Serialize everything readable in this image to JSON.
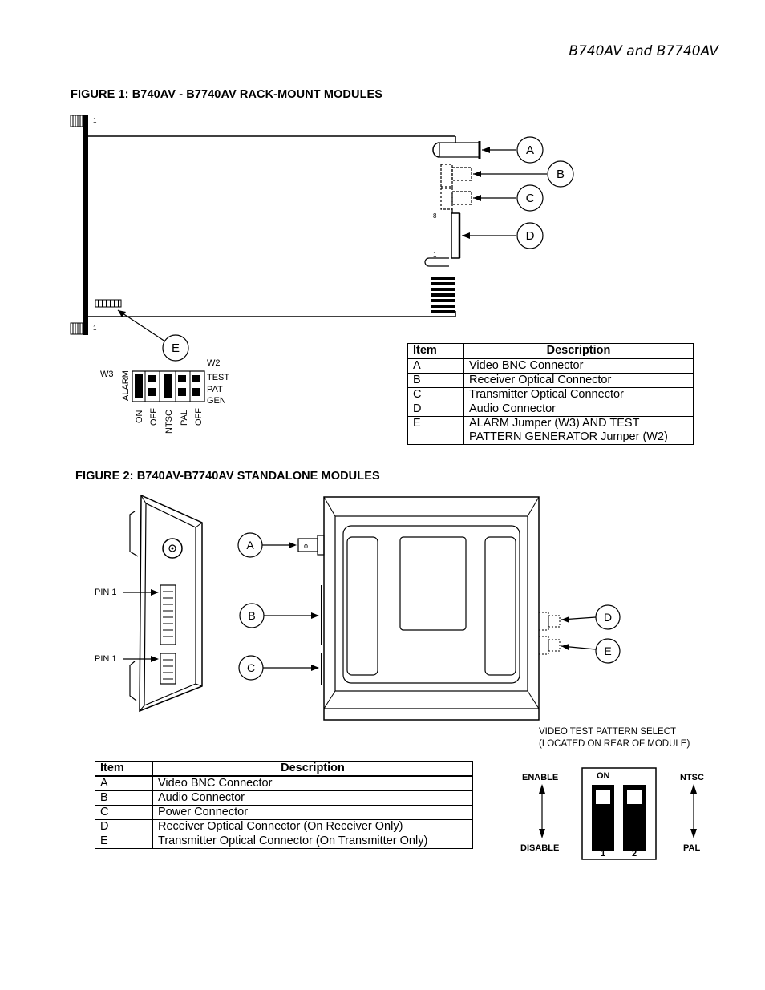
{
  "header": {
    "title": "B740AV and B7740AV"
  },
  "figure1": {
    "title": "FIGURE 1: B740AV - B7740AV RACK-MOUNT MODULES",
    "callouts": [
      "A",
      "B",
      "C",
      "D",
      "E"
    ],
    "pin_labels": {
      "top_left": "1",
      "bottom_left": "1",
      "d_top": "8",
      "d_bottom": "1"
    },
    "jumpers": {
      "w2": "W2",
      "w3": "W3",
      "alarm": "ALARM",
      "test": "TEST",
      "pat": "PAT",
      "gen": "GEN",
      "bottom_labels": [
        "ON",
        "OFF",
        "NTSC",
        "PAL",
        "OFF"
      ]
    },
    "table": {
      "headers": [
        "Item",
        "Description"
      ],
      "rows": [
        {
          "item": "A",
          "desc": "Video BNC Connector"
        },
        {
          "item": "B",
          "desc": "Receiver Optical Connector"
        },
        {
          "item": "C",
          "desc": "Transmitter Optical Connector"
        },
        {
          "item": "D",
          "desc": "Audio Connector"
        },
        {
          "item": "E",
          "desc": "ALARM Jumper (W3) AND TEST",
          "desc2": "PATTERN GENERATOR Jumper (W2)"
        }
      ]
    }
  },
  "figure2": {
    "title": "FIGURE 2: B740AV-B7740AV STANDALONE MODULES",
    "pin_labels": [
      "PIN 1",
      "PIN 1"
    ],
    "callouts": [
      "A",
      "B",
      "C",
      "D",
      "E"
    ],
    "table": {
      "headers": [
        "Item",
        "Description"
      ],
      "rows": [
        {
          "item": "A",
          "desc": "Video BNC Connector"
        },
        {
          "item": "B",
          "desc": "Audio Connector"
        },
        {
          "item": "C",
          "desc": "Power Connector"
        },
        {
          "item": "D",
          "desc": "Receiver Optical Connector (On Receiver Only)"
        },
        {
          "item": "E",
          "desc": "Transmitter Optical Connector (On Transmitter Only)"
        }
      ]
    },
    "switch_panel": {
      "caption_line1": "VIDEO TEST PATTERN SELECT",
      "caption_line2": "(LOCATED ON REAR OF MODULE)",
      "enable": "ENABLE",
      "disable": "DISABLE",
      "on": "ON",
      "ntsc": "NTSC",
      "pal": "PAL",
      "switch_numbers": [
        "1",
        "2"
      ]
    }
  }
}
